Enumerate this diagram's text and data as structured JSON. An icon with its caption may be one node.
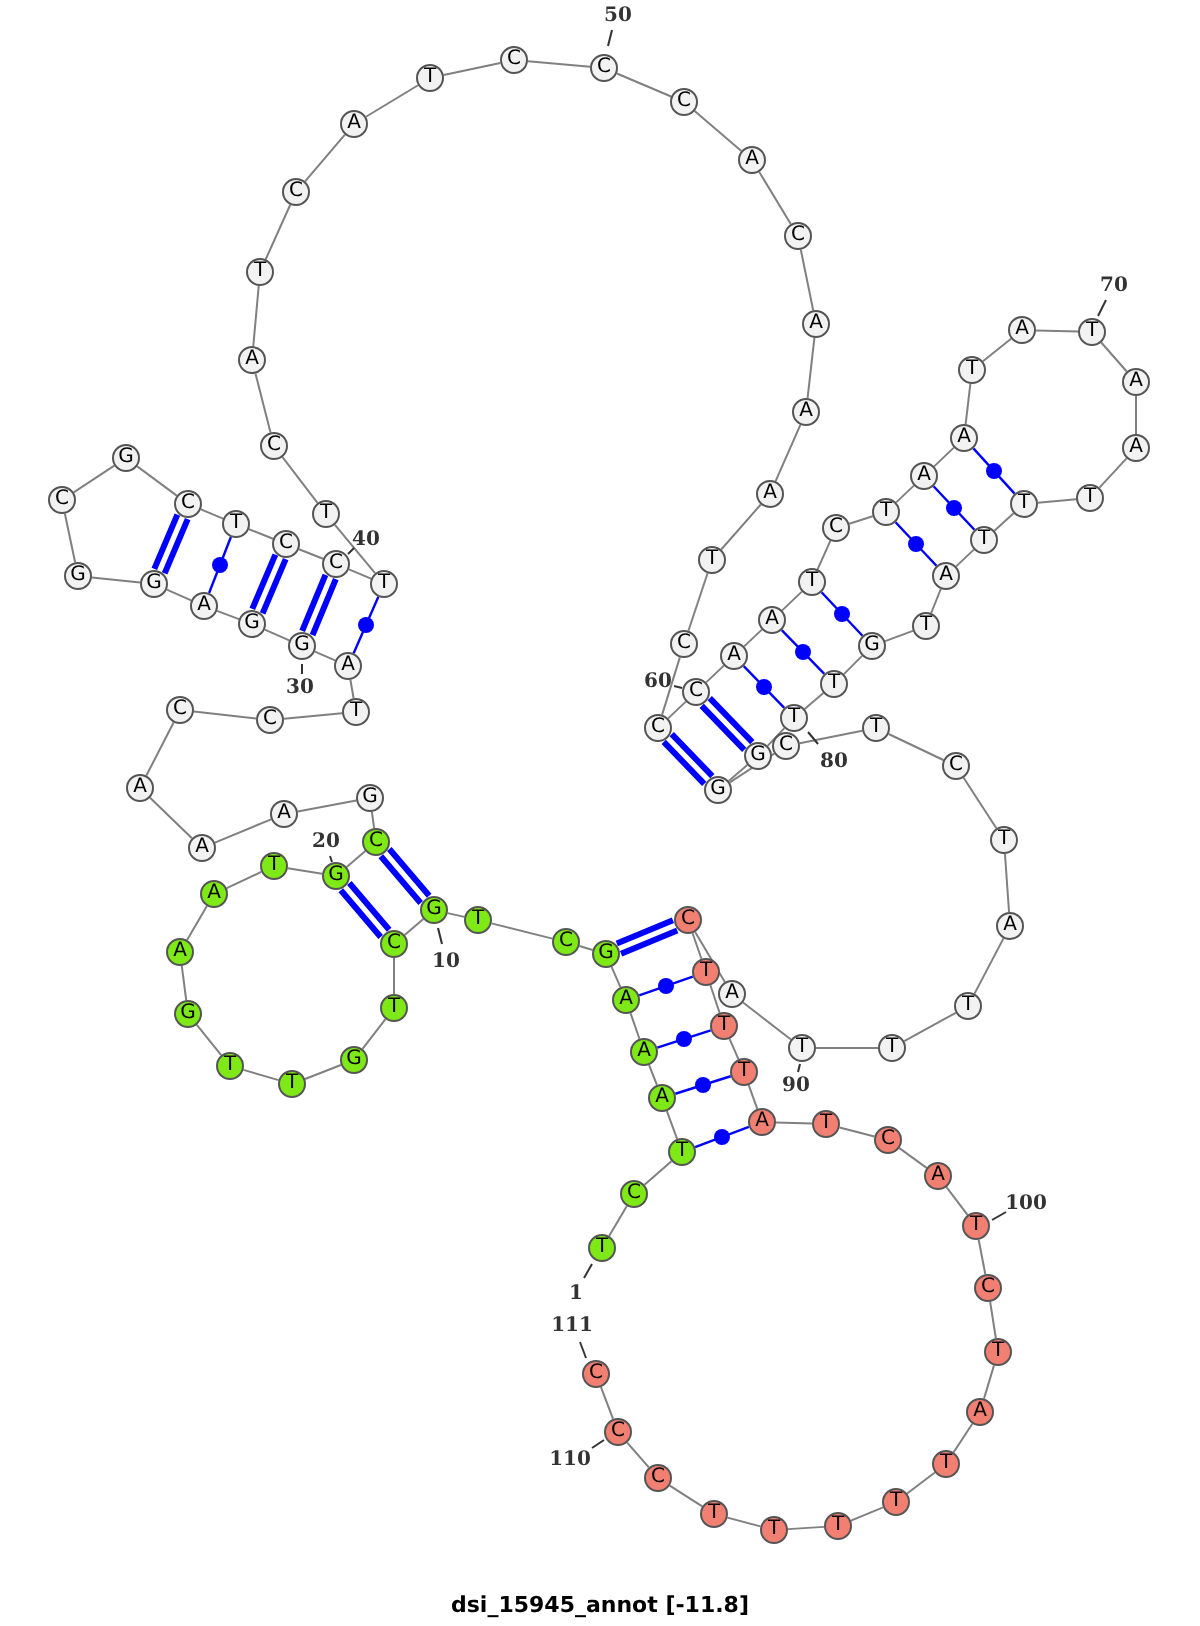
{
  "diagram": {
    "title": "dsi_15945_annot [-11.8]",
    "nodes": [
      {
        "text": [
          "T"
        ],
        "beside": [
          "1"
        ]
      },
      {
        "text": [
          "C"
        ]
      },
      {
        "text": [
          "T"
        ]
      },
      {
        "text": [
          "A"
        ]
      },
      {
        "text": [
          "A"
        ]
      },
      {
        "text": [
          "A"
        ]
      },
      {
        "text": [
          "G"
        ]
      },
      {
        "text": [
          "C"
        ]
      },
      {
        "text": [
          "T"
        ]
      },
      {
        "text": [
          "G"
        ],
        "beside": [
          "10"
        ]
      },
      {
        "text": [
          "C"
        ]
      },
      {
        "text": [
          "T"
        ]
      },
      {
        "text": [
          "G"
        ]
      },
      {
        "text": [
          "T"
        ]
      },
      {
        "text": [
          "T"
        ]
      },
      {
        "text": [
          "G"
        ]
      },
      {
        "text": [
          "A"
        ]
      },
      {
        "text": [
          "A"
        ]
      },
      {
        "text": [
          "T"
        ]
      },
      {
        "text": [
          "G"
        ],
        "beside": [
          "20"
        ]
      },
      {
        "text": [
          "C"
        ]
      },
      {
        "text": [
          "G"
        ]
      },
      {
        "text": [
          "A"
        ]
      },
      {
        "text": [
          "A"
        ]
      },
      {
        "text": [
          "A"
        ]
      },
      {
        "text": [
          "C"
        ]
      },
      {
        "text": [
          "C"
        ]
      },
      {
        "text": [
          "T"
        ]
      },
      {
        "text": [
          "A"
        ]
      },
      {
        "text": [
          "G"
        ],
        "beside": [
          "30"
        ]
      },
      {
        "text": [
          "G"
        ]
      },
      {
        "text": [
          "A"
        ]
      },
      {
        "text": [
          "G"
        ]
      },
      {
        "text": [
          "G"
        ]
      },
      {
        "text": [
          "C"
        ]
      },
      {
        "text": [
          "G"
        ]
      },
      {
        "text": [
          "C"
        ]
      },
      {
        "text": [
          "T"
        ]
      },
      {
        "text": [
          "C"
        ]
      },
      {
        "text": [
          "C"
        ],
        "beside": [
          "40"
        ]
      },
      {
        "text": [
          "T"
        ]
      },
      {
        "text": [
          "T"
        ]
      },
      {
        "text": [
          "C"
        ]
      },
      {
        "text": [
          "A"
        ]
      },
      {
        "text": [
          "T"
        ]
      },
      {
        "text": [
          "C"
        ]
      },
      {
        "text": [
          "A"
        ]
      },
      {
        "text": [
          "T"
        ]
      },
      {
        "text": [
          "C"
        ]
      },
      {
        "text": [
          "C"
        ],
        "beside": [
          "50"
        ]
      },
      {
        "text": [
          "C"
        ]
      },
      {
        "text": [
          "A"
        ]
      },
      {
        "text": [
          "C"
        ]
      },
      {
        "text": [
          "A"
        ]
      },
      {
        "text": [
          "A"
        ]
      },
      {
        "text": [
          "A"
        ]
      },
      {
        "text": [
          "T"
        ]
      },
      {
        "text": [
          "C"
        ]
      },
      {
        "text": [
          "C"
        ]
      },
      {
        "text": [
          "C"
        ],
        "beside": [
          "60"
        ]
      },
      {
        "text": [
          "A"
        ]
      },
      {
        "text": [
          "A"
        ]
      },
      {
        "text": [
          "T"
        ]
      },
      {
        "text": [
          "C"
        ]
      },
      {
        "text": [
          "T"
        ]
      },
      {
        "text": [
          "A"
        ]
      },
      {
        "text": [
          "A"
        ]
      },
      {
        "text": [
          "T"
        ]
      },
      {
        "text": [
          "A"
        ]
      },
      {
        "text": [
          "T"
        ],
        "beside": [
          "70"
        ]
      },
      {
        "text": [
          "A"
        ]
      },
      {
        "text": [
          "A"
        ]
      },
      {
        "text": [
          "T"
        ]
      },
      {
        "text": [
          "T"
        ]
      },
      {
        "text": [
          "T"
        ]
      },
      {
        "text": [
          "A"
        ]
      },
      {
        "text": [
          "T"
        ]
      },
      {
        "text": [
          "G"
        ]
      },
      {
        "text": [
          "T"
        ]
      },
      {
        "text": [
          "T"
        ],
        "beside": [
          "80"
        ]
      },
      {
        "text": [
          "G"
        ]
      },
      {
        "text": [
          "G"
        ]
      },
      {
        "text": [
          "C"
        ]
      },
      {
        "text": [
          "T"
        ]
      },
      {
        "text": [
          "C"
        ]
      },
      {
        "text": [
          "T"
        ]
      },
      {
        "text": [
          "A"
        ]
      },
      {
        "text": [
          "T"
        ]
      },
      {
        "text": [
          "T"
        ]
      },
      {
        "text": [
          "T"
        ],
        "beside": [
          "90"
        ]
      },
      {
        "text": [
          "A"
        ]
      },
      {
        "text": [
          "C"
        ]
      },
      {
        "text": [
          "T"
        ]
      },
      {
        "text": [
          "T"
        ]
      },
      {
        "text": [
          "T"
        ]
      },
      {
        "text": [
          "A"
        ]
      },
      {
        "text": [
          "T"
        ]
      },
      {
        "text": [
          "C"
        ]
      },
      {
        "text": [
          "A"
        ]
      },
      {
        "text": [
          "T"
        ],
        "beside": [
          "100"
        ]
      },
      {
        "text": [
          "C"
        ]
      },
      {
        "text": [
          "T"
        ]
      },
      {
        "text": [
          "A"
        ]
      },
      {
        "text": [
          "T"
        ]
      },
      {
        "text": [
          "T"
        ]
      },
      {
        "text": [
          "T"
        ]
      },
      {
        "text": [
          "T"
        ]
      },
      {
        "text": [
          "T"
        ]
      },
      {
        "text": [
          "C"
        ]
      },
      {
        "text": [
          "C"
        ],
        "beside": [
          "110"
        ]
      },
      {
        "text": [
          "C"
        ],
        "beside": [
          "111"
        ]
      }
    ],
    "edges": [
      {
        "from": 0,
        "to": 1,
        "arrow": "none"
      },
      {
        "from": 1,
        "to": 2,
        "arrow": "none"
      },
      {
        "from": 2,
        "to": 3,
        "arrow": "none"
      },
      {
        "from": 3,
        "to": 4,
        "arrow": "none"
      },
      {
        "from": 4,
        "to": 5,
        "arrow": "none"
      },
      {
        "from": 5,
        "to": 6,
        "arrow": "none"
      },
      {
        "from": 6,
        "to": 7,
        "arrow": "none"
      },
      {
        "from": 7,
        "to": 8,
        "arrow": "none"
      },
      {
        "from": 8,
        "to": 9,
        "arrow": "none"
      },
      {
        "from": 9,
        "to": 10,
        "arrow": "none"
      },
      {
        "from": 10,
        "to": 11,
        "arrow": "none"
      },
      {
        "from": 11,
        "to": 12,
        "arrow": "none"
      },
      {
        "from": 12,
        "to": 13,
        "arrow": "none"
      },
      {
        "from": 13,
        "to": 14,
        "arrow": "none"
      },
      {
        "from": 14,
        "to": 15,
        "arrow": "none"
      },
      {
        "from": 15,
        "to": 16,
        "arrow": "none"
      },
      {
        "from": 16,
        "to": 17,
        "arrow": "none"
      },
      {
        "from": 17,
        "to": 18,
        "arrow": "none"
      },
      {
        "from": 18,
        "to": 19,
        "arrow": "none"
      },
      {
        "from": 19,
        "to": 20,
        "arrow": "none"
      },
      {
        "from": 20,
        "to": 21,
        "arrow": "none"
      },
      {
        "from": 21,
        "to": 22,
        "arrow": "none"
      },
      {
        "from": 22,
        "to": 23,
        "arrow": "none"
      },
      {
        "from": 23,
        "to": 24,
        "arrow": "none"
      },
      {
        "from": 24,
        "to": 25,
        "arrow": "none"
      },
      {
        "from": 25,
        "to": 26,
        "arrow": "none"
      },
      {
        "from": 26,
        "to": 27,
        "arrow": "none"
      },
      {
        "from": 27,
        "to": 28,
        "arrow": "none"
      },
      {
        "from": 28,
        "to": 29,
        "arrow": "none"
      },
      {
        "from": 29,
        "to": 30,
        "arrow": "none"
      },
      {
        "from": 30,
        "to": 31,
        "arrow": "none"
      },
      {
        "from": 31,
        "to": 32,
        "arrow": "none"
      },
      {
        "from": 32,
        "to": 33,
        "arrow": "none"
      },
      {
        "from": 33,
        "to": 34,
        "arrow": "none"
      },
      {
        "from": 34,
        "to": 35,
        "arrow": "none"
      },
      {
        "from": 35,
        "to": 36,
        "arrow": "none"
      },
      {
        "from": 36,
        "to": 37,
        "arrow": "none"
      },
      {
        "from": 37,
        "to": 38,
        "arrow": "none"
      },
      {
        "from": 38,
        "to": 39,
        "arrow": "none"
      },
      {
        "from": 39,
        "to": 40,
        "arrow": "none"
      },
      {
        "from": 40,
        "to": 41,
        "arrow": "none"
      },
      {
        "from": 41,
        "to": 42,
        "arrow": "none"
      },
      {
        "from": 42,
        "to": 43,
        "arrow": "none"
      },
      {
        "from": 43,
        "to": 44,
        "arrow": "none"
      },
      {
        "from": 44,
        "to": 45,
        "arrow": "none"
      },
      {
        "from": 45,
        "to": 46,
        "arrow": "none"
      },
      {
        "from": 46,
        "to": 47,
        "arrow": "none"
      },
      {
        "from": 47,
        "to": 48,
        "arrow": "none"
      },
      {
        "from": 48,
        "to": 49,
        "arrow": "none"
      },
      {
        "from": 49,
        "to": 50,
        "arrow": "none"
      },
      {
        "from": 50,
        "to": 51,
        "arrow": "none"
      },
      {
        "from": 51,
        "to": 52,
        "arrow": "none"
      },
      {
        "from": 52,
        "to": 53,
        "arrow": "none"
      },
      {
        "from": 53,
        "to": 54,
        "arrow": "none"
      },
      {
        "from": 54,
        "to": 55,
        "arrow": "none"
      },
      {
        "from": 55,
        "to": 56,
        "arrow": "none"
      },
      {
        "from": 56,
        "to": 57,
        "arrow": "none"
      },
      {
        "from": 57,
        "to": 58,
        "arrow": "none"
      },
      {
        "from": 58,
        "to": 59,
        "arrow": "none"
      },
      {
        "from": 59,
        "to": 60,
        "arrow": "none"
      },
      {
        "from": 60,
        "to": 61,
        "arrow": "none"
      },
      {
        "from": 61,
        "to": 62,
        "arrow": "none"
      },
      {
        "from": 62,
        "to": 63,
        "arrow": "none"
      },
      {
        "from": 63,
        "to": 64,
        "arrow": "none"
      },
      {
        "from": 64,
        "to": 65,
        "arrow": "none"
      },
      {
        "from": 65,
        "to": 66,
        "arrow": "none"
      },
      {
        "from": 66,
        "to": 67,
        "arrow": "none"
      },
      {
        "from": 67,
        "to": 68,
        "arrow": "none"
      },
      {
        "from": 68,
        "to": 69,
        "arrow": "none"
      },
      {
        "from": 69,
        "to": 70,
        "arrow": "none"
      },
      {
        "from": 70,
        "to": 71,
        "arrow": "none"
      },
      {
        "from": 71,
        "to": 72,
        "arrow": "none"
      },
      {
        "from": 72,
        "to": 73,
        "arrow": "none"
      },
      {
        "from": 73,
        "to": 74,
        "arrow": "none"
      },
      {
        "from": 74,
        "to": 75,
        "arrow": "none"
      },
      {
        "from": 75,
        "to": 76,
        "arrow": "none"
      },
      {
        "from": 76,
        "to": 77,
        "arrow": "none"
      },
      {
        "from": 77,
        "to": 78,
        "arrow": "none"
      },
      {
        "from": 78,
        "to": 79,
        "arrow": "none"
      },
      {
        "from": 79,
        "to": 80,
        "arrow": "none"
      },
      {
        "from": 80,
        "to": 81,
        "arrow": "none"
      },
      {
        "from": 81,
        "to": 82,
        "arrow": "none"
      },
      {
        "from": 82,
        "to": 83,
        "arrow": "none"
      },
      {
        "from": 83,
        "to": 84,
        "arrow": "none"
      },
      {
        "from": 84,
        "to": 85,
        "arrow": "none"
      },
      {
        "from": 85,
        "to": 86,
        "arrow": "none"
      },
      {
        "from": 86,
        "to": 87,
        "arrow": "none"
      },
      {
        "from": 87,
        "to": 88,
        "arrow": "none"
      },
      {
        "from": 88,
        "to": 89,
        "arrow": "none"
      },
      {
        "from": 89,
        "to": 90,
        "arrow": "none"
      },
      {
        "from": 90,
        "to": 91,
        "arrow": "none"
      },
      {
        "from": 91,
        "to": 92,
        "arrow": "none"
      },
      {
        "from": 92,
        "to": 93,
        "arrow": "none"
      },
      {
        "from": 93,
        "to": 94,
        "arrow": "none"
      },
      {
        "from": 94,
        "to": 95,
        "arrow": "none"
      },
      {
        "from": 95,
        "to": 96,
        "arrow": "none"
      },
      {
        "from": 96,
        "to": 97,
        "arrow": "none"
      },
      {
        "from": 97,
        "to": 98,
        "arrow": "none"
      },
      {
        "from": 98,
        "to": 99,
        "arrow": "none"
      },
      {
        "from": 99,
        "to": 100,
        "arrow": "none"
      },
      {
        "from": 100,
        "to": 101,
        "arrow": "none"
      },
      {
        "from": 101,
        "to": 102,
        "arrow": "none"
      },
      {
        "from": 102,
        "to": 103,
        "arrow": "none"
      },
      {
        "from": 103,
        "to": 104,
        "arrow": "none"
      },
      {
        "from": 104,
        "to": 105,
        "arrow": "none"
      },
      {
        "from": 105,
        "to": 106,
        "arrow": "none"
      },
      {
        "from": 106,
        "to": 107,
        "arrow": "none"
      },
      {
        "from": 107,
        "to": 108,
        "arrow": "none"
      },
      {
        "from": 108,
        "to": 109,
        "arrow": "none"
      },
      {
        "from": 109,
        "to": 110,
        "arrow": "none"
      },
      {
        "from": 9,
        "to": 20,
        "arrow": "none",
        "style": "thick",
        "color": "#0000ff"
      },
      {
        "from": 10,
        "to": 19,
        "arrow": "none",
        "style": "thick",
        "color": "#0000ff"
      },
      {
        "from": 6,
        "to": 91,
        "arrow": "none",
        "style": "thick",
        "color": "#0000ff"
      },
      {
        "from": 5,
        "to": 92,
        "arrow": "none",
        "color": "#0000ff"
      },
      {
        "from": 4,
        "to": 93,
        "arrow": "none",
        "color": "#0000ff"
      },
      {
        "from": 3,
        "to": 94,
        "arrow": "none",
        "color": "#0000ff"
      },
      {
        "from": 2,
        "to": 95,
        "arrow": "none",
        "color": "#0000ff"
      },
      {
        "from": 36,
        "to": 32,
        "arrow": "none",
        "style": "thick",
        "color": "#0000ff"
      },
      {
        "from": 37,
        "to": 31,
        "arrow": "none",
        "color": "#0000ff"
      },
      {
        "from": 38,
        "to": 30,
        "arrow": "none",
        "style": "thick",
        "color": "#0000ff"
      },
      {
        "from": 39,
        "to": 29,
        "arrow": "none",
        "style": "thick",
        "color": "#0000ff"
      },
      {
        "from": 40,
        "to": 28,
        "arrow": "none",
        "color": "#0000ff"
      },
      {
        "from": 58,
        "to": 81,
        "arrow": "none",
        "style": "thick",
        "color": "#0000ff"
      },
      {
        "from": 59,
        "to": 80,
        "arrow": "none",
        "style": "thick",
        "color": "#0000ff"
      },
      {
        "from": 60,
        "to": 79,
        "arrow": "none",
        "color": "#0000ff"
      },
      {
        "from": 61,
        "to": 78,
        "arrow": "none",
        "color": "#0000ff"
      },
      {
        "from": 62,
        "to": 77,
        "arrow": "none",
        "color": "#0000ff"
      },
      {
        "from": 64,
        "to": 75,
        "arrow": "none",
        "color": "#0000ff"
      },
      {
        "from": 65,
        "to": 74,
        "arrow": "none",
        "color": "#0000ff"
      },
      {
        "from": 66,
        "to": 73,
        "arrow": "none",
        "color": "#0000ff"
      }
    ]
  }
}
